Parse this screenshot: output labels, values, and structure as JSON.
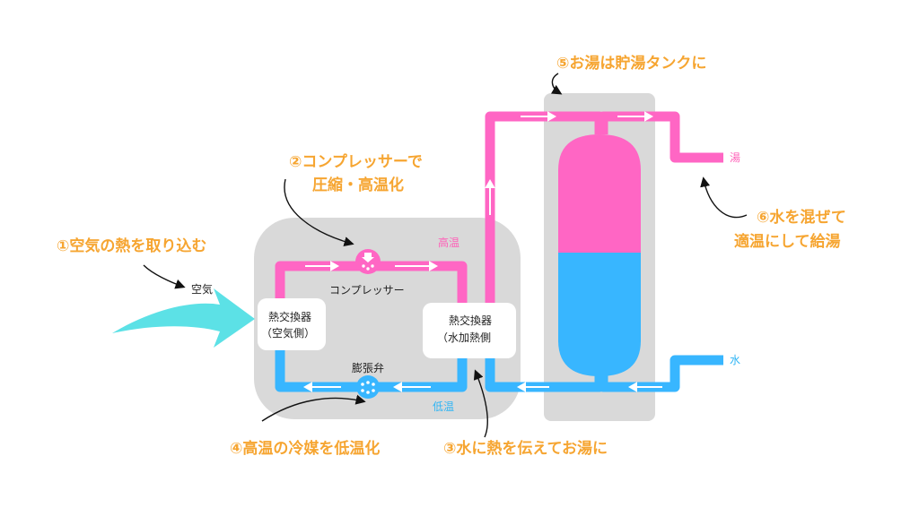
{
  "colors": {
    "pink": "#ff66c4",
    "blue": "#38b6ff",
    "panel": "#d9d9d9",
    "step_text": "#f6a531",
    "air_arrow": "#5ce1e6"
  },
  "steps": {
    "s1": "①空気の熱を取り込む",
    "s2_line1": "②コンプレッサーで",
    "s2_line2": "圧縮・高温化",
    "s3": "③水に熱を伝えてお湯に",
    "s4": "④高温の冷媒を低温化",
    "s5": "⑤お湯は貯湯タンクに",
    "s6_line1": "⑥水を混ぜて",
    "s6_line2": "適温にして給湯"
  },
  "labels": {
    "air": "空気",
    "compressor": "コンプレッサー",
    "expansion_valve": "膨張弁",
    "high_temp": "高温",
    "low_temp": "低温",
    "hot_water": "湯",
    "water": "水",
    "hx_air_line1": "熱交換器",
    "hx_air_line2": "（空気側）",
    "hx_water_line1": "熱交換器",
    "hx_water_line2": "（水加熱側"
  }
}
